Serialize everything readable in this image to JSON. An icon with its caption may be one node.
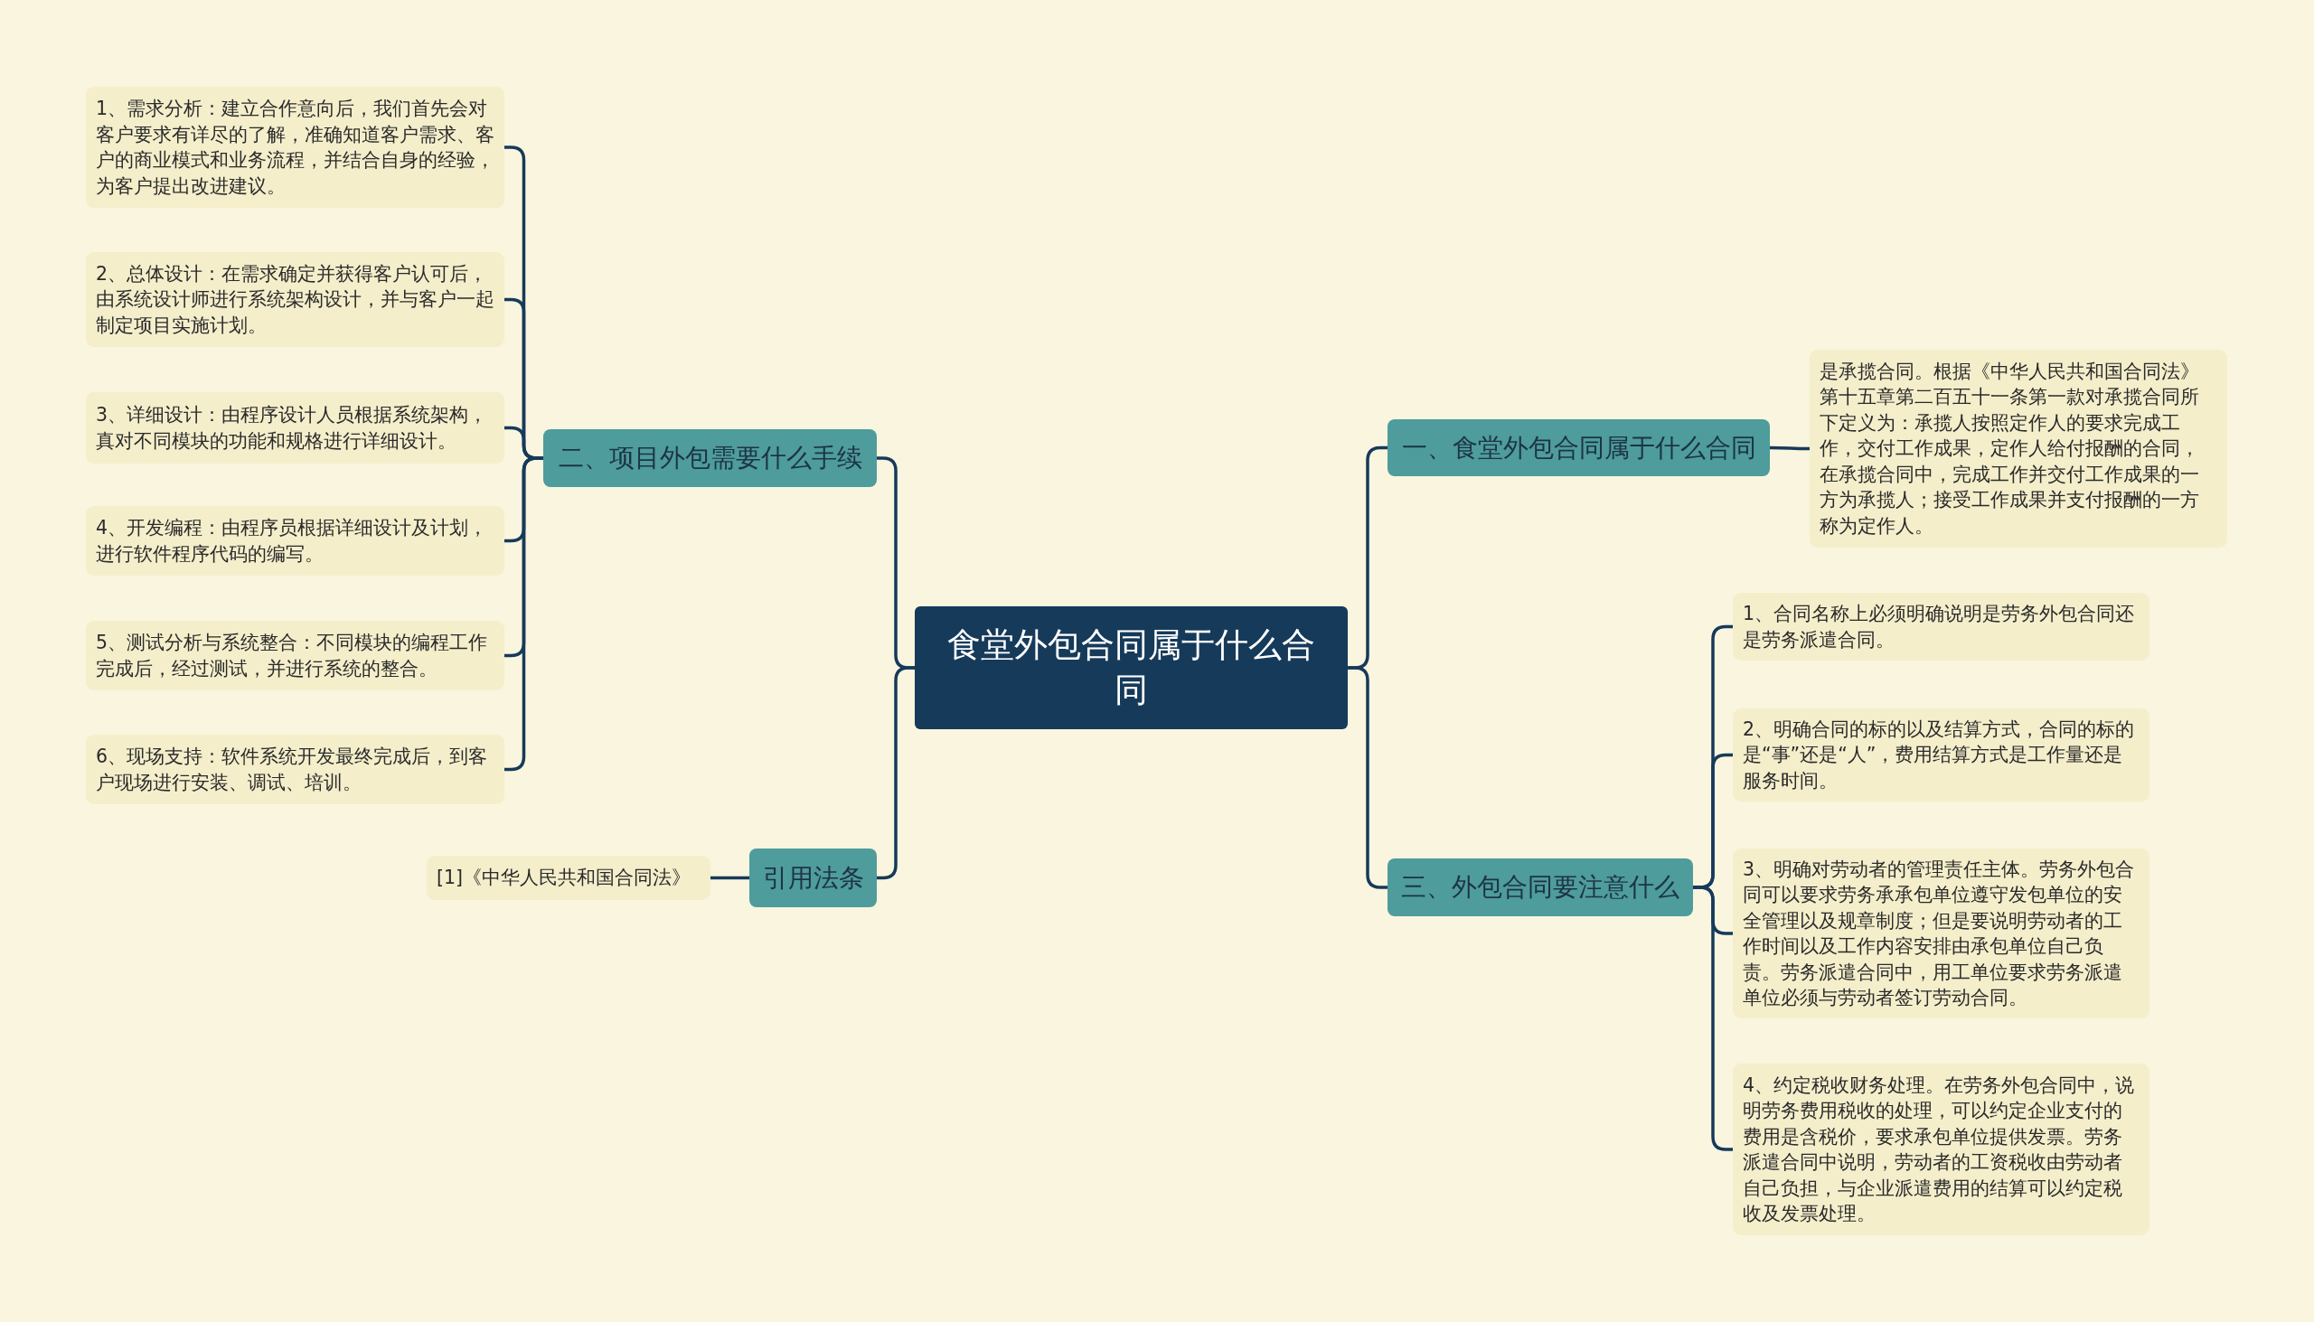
{
  "diagram": {
    "nodes": [
      {
        "text": [
          "食堂外包合同属于什么合同"
        ]
      },
      {
        "text": [
          "一、食堂外包合同属于什么合同"
        ]
      },
      {
        "text": [
          "是承揽合同。根据《中华人民共和国合同法》第十五章第二百五十一条第一款对承揽合同所下定义为：承揽人按照定作人的要求完成工作，交付工作成果，定作人给付报酬的合同，在承揽合同中，完成工作并交付工作成果的一方为承揽人；接受工作成果并支付报酬的一方称为定作人。"
        ]
      },
      {
        "text": [
          "三、外包合同要注意什么"
        ]
      },
      {
        "text": [
          "1、合同名称上必须明确说明是劳务外包合同还是劳务派遣合同。"
        ]
      },
      {
        "text": [
          "2、明确合同的标的以及结算方式，合同的标的是“事”还是“人”，费用结算方式是工作量还是服务时间。"
        ]
      },
      {
        "text": [
          "3、明确对劳动者的管理责任主体。劳务外包合同可以要求劳务承承包单位遵守发包单位的安全管理以及规章制度；但是要说明劳动者的工作时间以及工作内容安排由承包单位自己负责。劳务派遣合同中，用工单位要求劳务派遣单位必须与劳动者签订劳动合同。"
        ]
      },
      {
        "text": [
          "4、约定税收财务处理。在劳务外包合同中，说明劳务费用税收的处理，可以约定企业支付的费用是含税价，要求承包单位提供发票。劳务派遣合同中说明，劳动者的工资税收由劳动者自己负担，与企业派遣费用的结算可以约定税收及发票处理。"
        ]
      },
      {
        "text": [
          "二、项目外包需要什么手续"
        ]
      },
      {
        "text": [
          "1、需求分析：建立合作意向后，我们首先会对客户要求有详尽的了解，准确知道客户需求、客户的商业模式和业务流程，并结合自身的经验，为客户提出改进建议。"
        ]
      },
      {
        "text": [
          "2、总体设计：在需求确定并获得客户认可后，由系统设计师进行系统架构设计，并与客户一起制定项目实施计划。"
        ]
      },
      {
        "text": [
          "3、详细设计：由程序设计人员根据系统架构，真对不同模块的功能和规格进行详细设计。"
        ]
      },
      {
        "text": [
          "4、开发编程：由程序员根据详细设计及计划，进行软件程序代码的编写。"
        ]
      },
      {
        "text": [
          "5、测试分析与系统整合：不同模块的编程工作完成后，经过测试，并进行系统的整合。"
        ]
      },
      {
        "text": [
          "6、现场支持：软件系统开发最终完成后，到客户现场进行安装、调试、培训。"
        ]
      },
      {
        "text": [
          "引用法条"
        ]
      },
      {
        "text": [
          "[1]《中华人民共和国合同法》"
        ]
      }
    ],
    "edges": [
      {
        "from": 0,
        "to": 1,
        "arrow": "none"
      },
      {
        "from": 1,
        "to": 2,
        "arrow": "none"
      },
      {
        "from": 0,
        "to": 3,
        "arrow": "none"
      },
      {
        "from": 3,
        "to": 4,
        "arrow": "none"
      },
      {
        "from": 3,
        "to": 5,
        "arrow": "none"
      },
      {
        "from": 3,
        "to": 6,
        "arrow": "none"
      },
      {
        "from": 3,
        "to": 7,
        "arrow": "none"
      },
      {
        "from": 0,
        "to": 8,
        "arrow": "none"
      },
      {
        "from": 8,
        "to": 9,
        "arrow": "none"
      },
      {
        "from": 8,
        "to": 10,
        "arrow": "none"
      },
      {
        "from": 8,
        "to": 11,
        "arrow": "none"
      },
      {
        "from": 8,
        "to": 12,
        "arrow": "none"
      },
      {
        "from": 8,
        "to": 13,
        "arrow": "none"
      },
      {
        "from": 8,
        "to": 14,
        "arrow": "none"
      },
      {
        "from": 0,
        "to": 15,
        "arrow": "none"
      },
      {
        "from": 15,
        "to": 16,
        "arrow": "none"
      }
    ]
  }
}
